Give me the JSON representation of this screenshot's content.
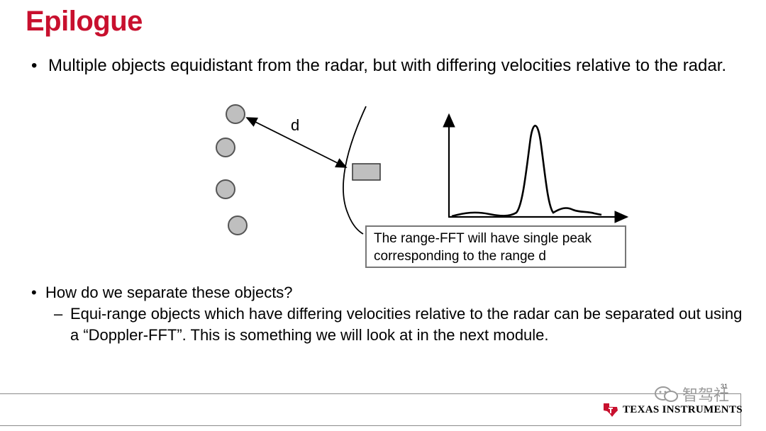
{
  "slide": {
    "title": "Epilogue",
    "bullet1": "Multiple objects equidistant from the radar, but with differing velocities relative to the radar.",
    "bullet2": "How do we separate these objects?",
    "sub_bullet": "Equi-range objects which have differing velocities relative to the radar can be separated out using a “Doppler-FFT”. This  is something we will look at in the next module.",
    "bullet_char": "•",
    "dash_char": "–"
  },
  "diagram": {
    "distance_label": "d",
    "callout": "The range-FFT will have single peak corresponding to the range d",
    "object_fill": "#bfbfbf",
    "radar_fill": "#bfbfbf"
  },
  "footer": {
    "logo_text": "Texas Instruments",
    "page_number": "31",
    "watermark": "智驾社",
    "logo_color": "#c8102e"
  }
}
